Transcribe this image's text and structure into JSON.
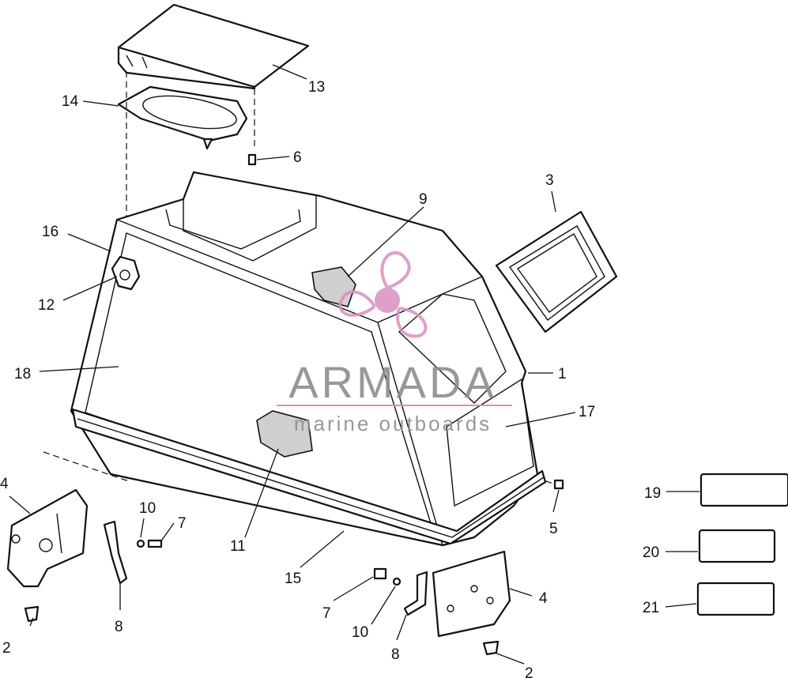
{
  "callouts": [
    "1",
    "2",
    "2",
    "3",
    "4",
    "4",
    "5",
    "6",
    "7",
    "7",
    "8",
    "8",
    "9",
    "10",
    "10",
    "11",
    "12",
    "13",
    "14",
    "15",
    "16",
    "17",
    "18",
    "19",
    "20",
    "21"
  ],
  "watermark": {
    "brand": "ARMADA",
    "tagline": "marine outboards",
    "color_logo": "#d98fc0",
    "color_text": "#8d8d8d"
  }
}
